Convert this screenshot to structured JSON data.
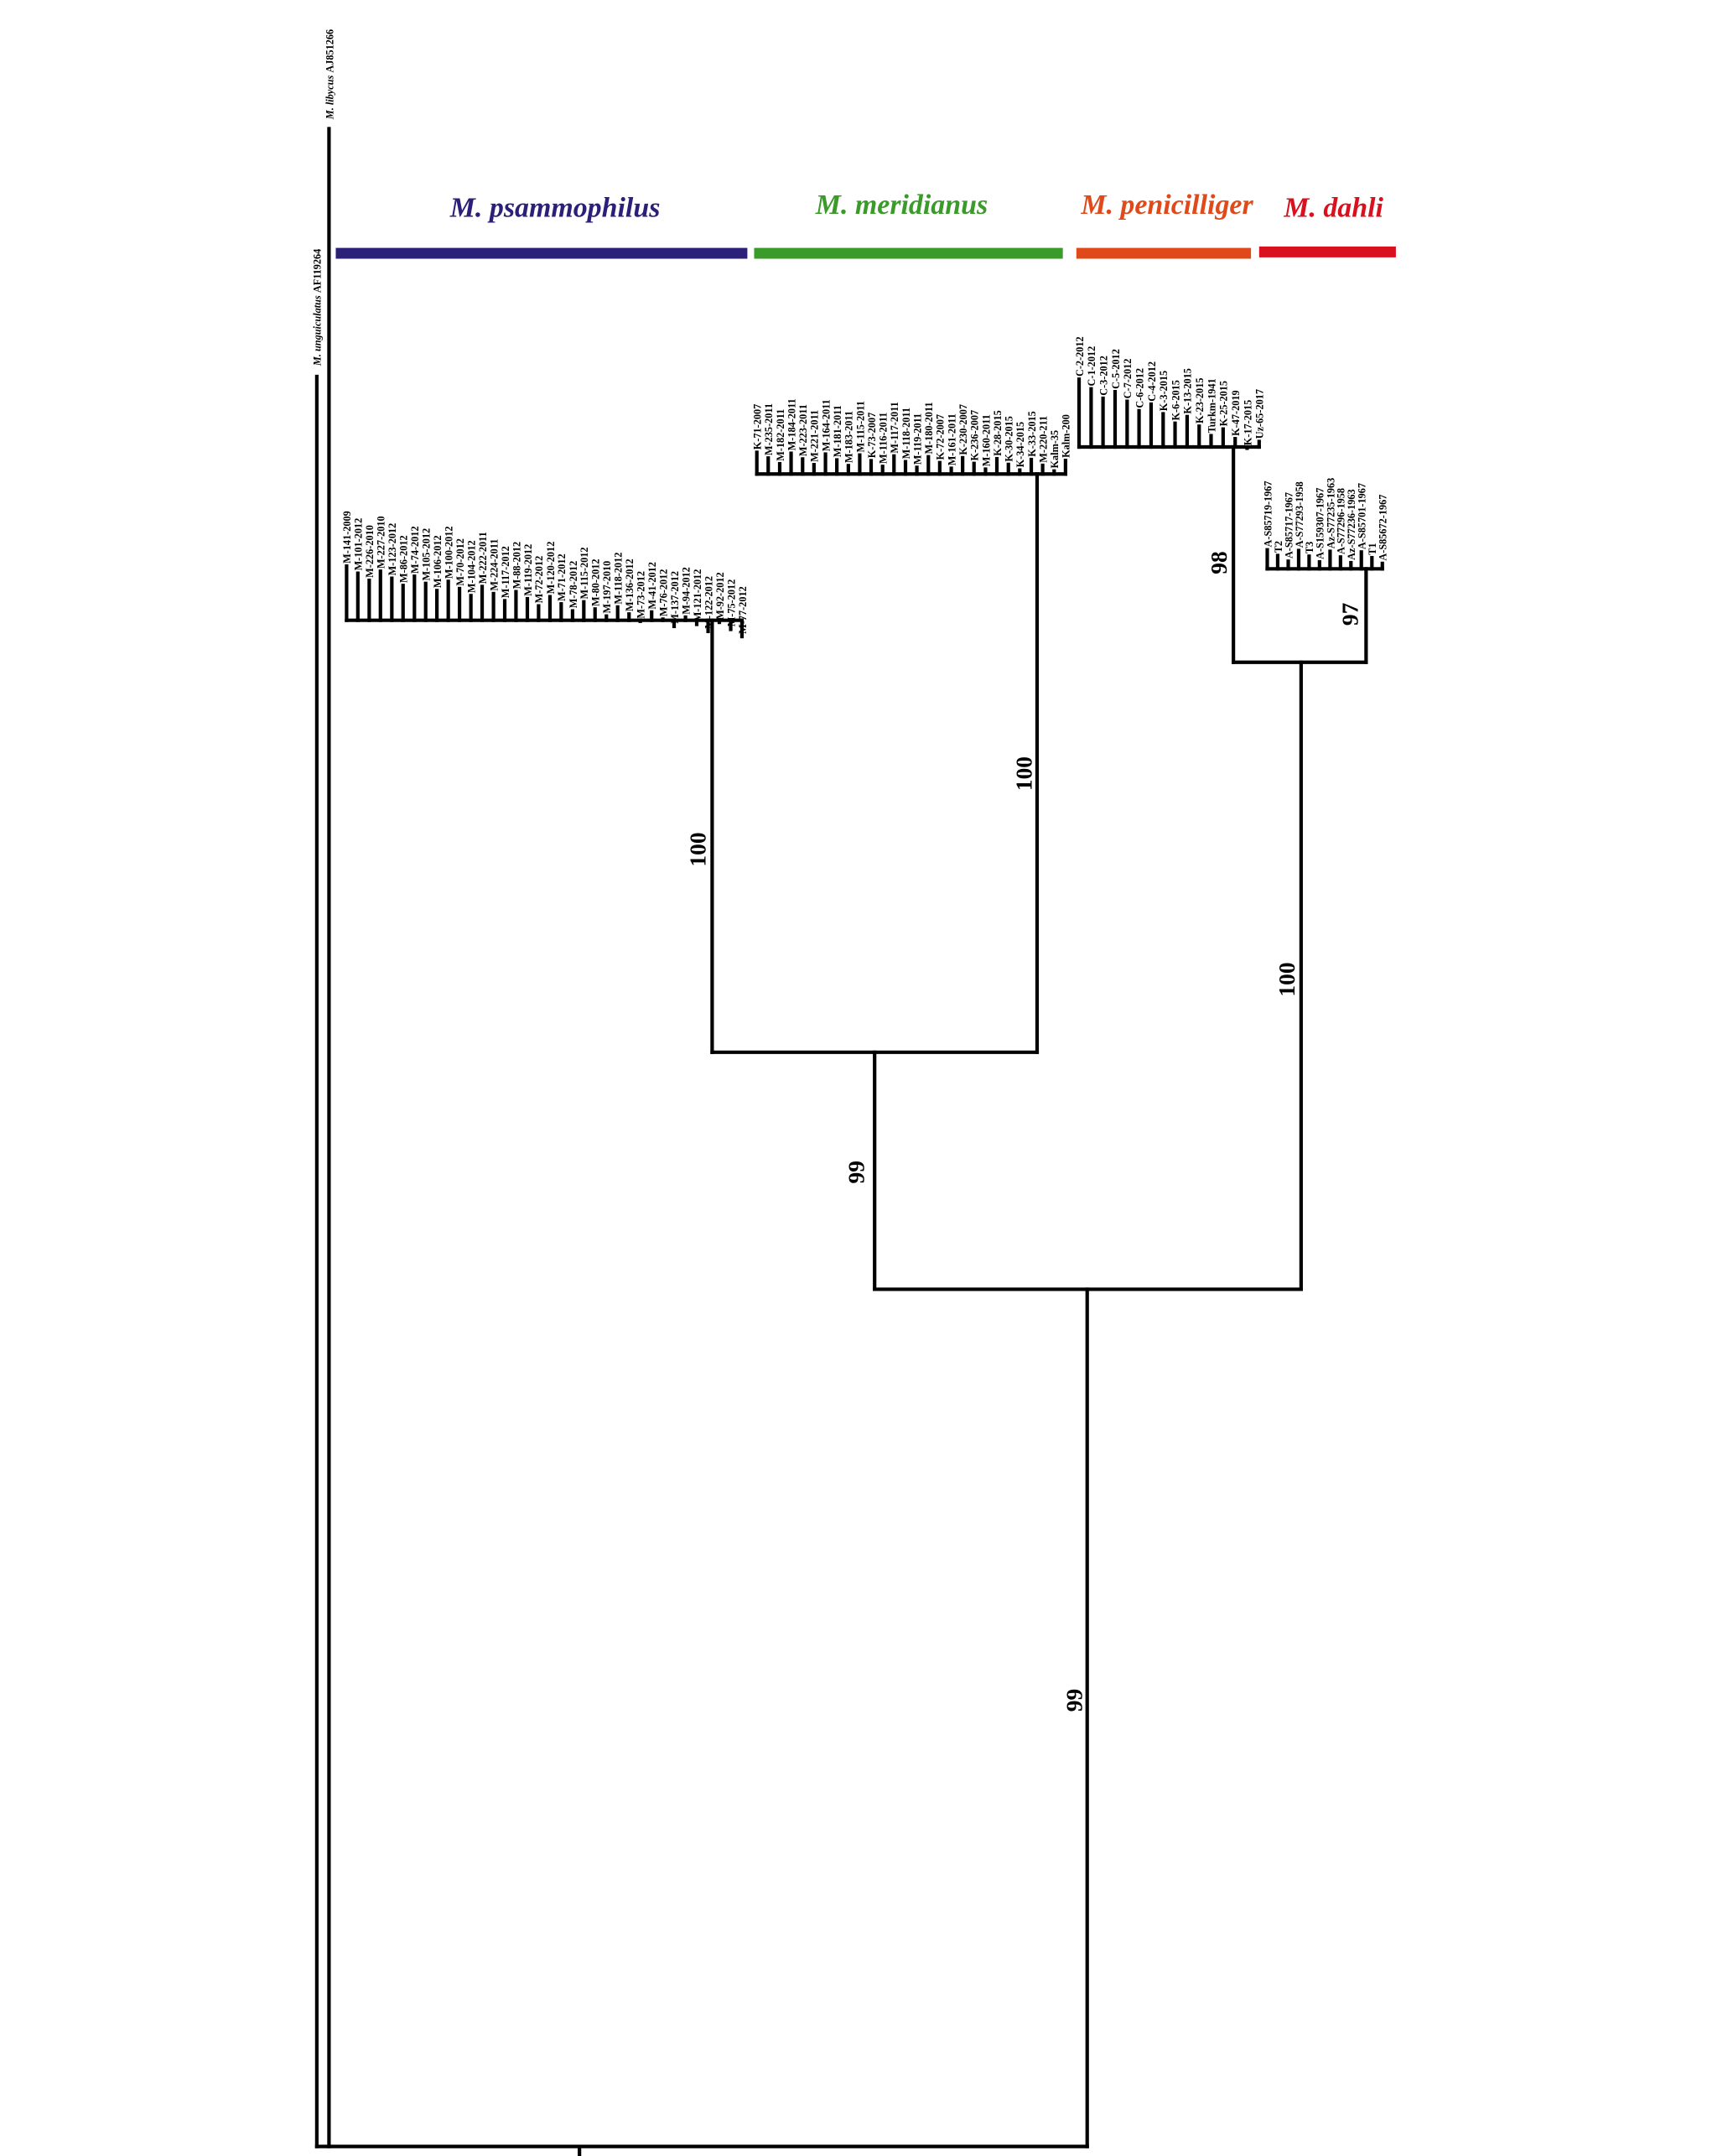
{
  "outgroups": {
    "unguiculatus": {
      "genus": "M. unguiculatus",
      "acc": "AF119264"
    },
    "libycus": {
      "genus": "M. libycus",
      "acc": "AJ851266"
    }
  },
  "clades": [
    {
      "name": "M. psammophilus",
      "color": "#2b1f7a",
      "bootstrap": "100",
      "tips": [
        "M-141-2009",
        "M-101-2012",
        "M-226-2010",
        "M-227-2010",
        "M-123-2012",
        "M-86-2012",
        "M-74-2012",
        "M-105-2012",
        "M-106-2012",
        "M-100-2012",
        "M-70-2012",
        "M-104-2012",
        "M-222-2011",
        "M-224-2011",
        "M-117-2012",
        "M-88-2012",
        "M-119-2012",
        "M-72-2012",
        "M-120-2012",
        "M-71-2012",
        "M-78-2012",
        "M-115-2012",
        "M-80-2012",
        "M-197-2010",
        "M-118-2012",
        "M-136-2012",
        "M-73-2012",
        "M-41-2012",
        "M-76-2012",
        "M-137-2012",
        "M-94-2012",
        "M-121-2012",
        "M-122-2012",
        "M-92-2012",
        "M-75-2012",
        "M-77-2012"
      ]
    },
    {
      "name": "M. meridianus",
      "color": "#3a9a2a",
      "bootstrap": "100",
      "tips": [
        "K-71-2007",
        "M-235-2011",
        "M-182-2011",
        "M-184-2011",
        "M-223-2011",
        "M-221-2011",
        "M-164-2011",
        "M-181-2011",
        "M-183-2011",
        "M-115-2011",
        "K-73-2007",
        "M-116-2011",
        "M-117-2011",
        "M-118-2011",
        "M-119-2011",
        "M-180-2011",
        "K-72-2007",
        "M-161-2011",
        "K-230-2007",
        "K-236-2007",
        "M-160-2011",
        "K-28-2015",
        "K-30-2015",
        "K-34-2015",
        "K-33-2015",
        "M-220-211",
        "Kalm-35",
        "Kalm-200"
      ]
    },
    {
      "name": "M. penicilliger",
      "color": "#e04a1a",
      "bootstrap": "98",
      "tips": [
        "C-2-2012",
        "C-1-2012",
        "C-3-2012",
        "C-5-2012",
        "C-7-2012",
        "C-6-2012",
        "C-4-2012",
        "K-3-2015",
        "K-6-2015",
        "K-13-2015",
        "K-23-2015",
        "Turkm-1941",
        "K-25-2015",
        "K-47-2019",
        "K-17-2015",
        "Uz-65-2017"
      ]
    },
    {
      "name": "M. dahli",
      "color": "#d9101e",
      "bootstrap": "97",
      "tips": [
        "A-S85719-1967",
        "T2",
        "A-S85717-1967",
        "A-S77293-1958",
        "T3",
        "A-S159307-1967",
        "Az-S77235-1963",
        "A-S77296-1958",
        "Az-S77236-1963",
        "A-S85701-1967",
        "T1",
        "A-S85672-1967"
      ]
    }
  ],
  "bootstraps": {
    "psam_merid": "99",
    "penic_dahli": "100",
    "ingroup": "99"
  }
}
